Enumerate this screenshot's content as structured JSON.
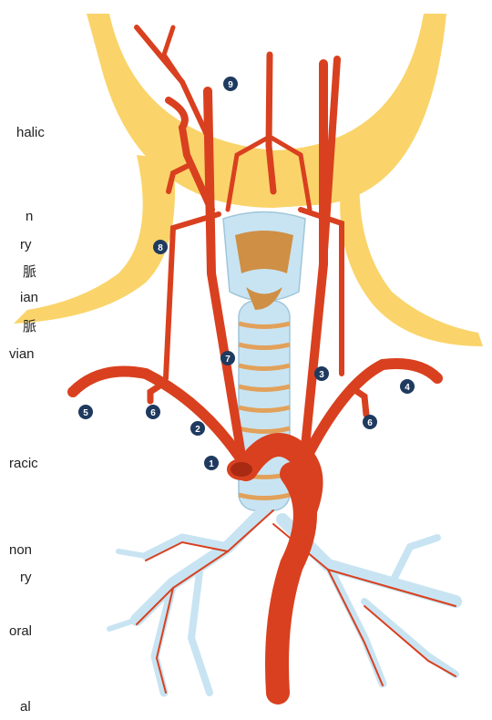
{
  "side_labels": [
    "halic",
    "n",
    "ry",
    "脈",
    "ian",
    "脈",
    "vian",
    "racic",
    "non",
    "ry",
    "oral",
    "al"
  ],
  "markers": [
    "1",
    "2",
    "3",
    "4",
    "5",
    "6",
    "6",
    "7",
    "8",
    "9"
  ],
  "colors": {
    "artery": "#d9401f",
    "artery_dark": "#a82a12",
    "fat": "#fad46a",
    "trachea": "#c8e4f2",
    "cartilage": "#e2a15a"
  }
}
